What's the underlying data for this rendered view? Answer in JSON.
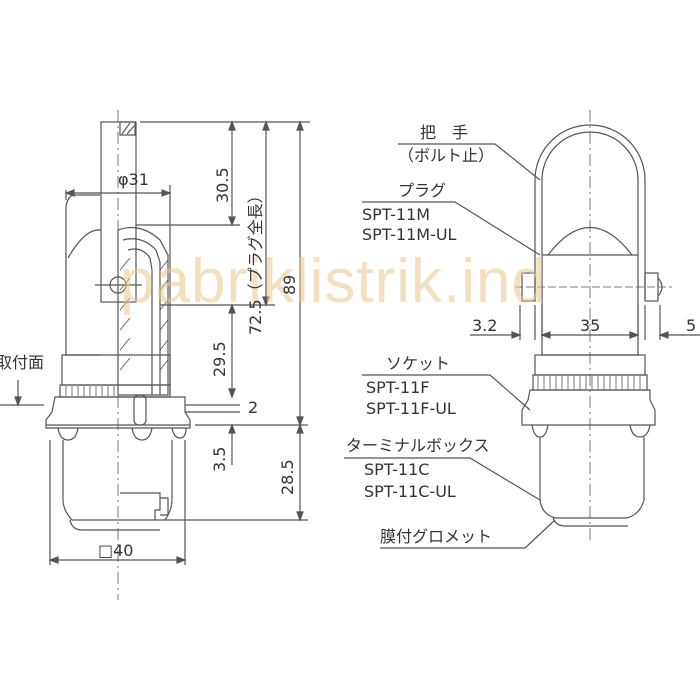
{
  "watermark": "pabriklistrik.ind",
  "left_view": {
    "dimensions": {
      "diameter": "φ31",
      "handle_height": "30.5",
      "plug_length": "72.5（プラグ全長）",
      "total_height": "89",
      "socket_depth": "29.5",
      "flange_gap": "2",
      "pin_offset": "3.5",
      "box_height": "28.5",
      "box_width": "□40"
    },
    "mounting_surface_label": "取付面"
  },
  "right_view": {
    "dimensions": {
      "left_bolt": "3.2",
      "body_width": "35",
      "right_bolt": "5"
    },
    "callouts": [
      {
        "title": "把　手",
        "lines": [
          "（ボルト止）"
        ]
      },
      {
        "title": "プラグ",
        "lines": [
          "SPT-11M",
          "SPT-11M-UL"
        ]
      },
      {
        "title": "ソケット",
        "lines": [
          "SPT-11F",
          "SPT-11F-UL"
        ]
      },
      {
        "title": "ターミナルボックス",
        "lines": [
          "SPT-11C",
          "SPT-11C-UL"
        ]
      },
      {
        "title": "膜付グロメット",
        "lines": []
      }
    ]
  },
  "colors": {
    "line": "#555555",
    "watermark": "#e9c88e",
    "background": "#ffffff"
  }
}
